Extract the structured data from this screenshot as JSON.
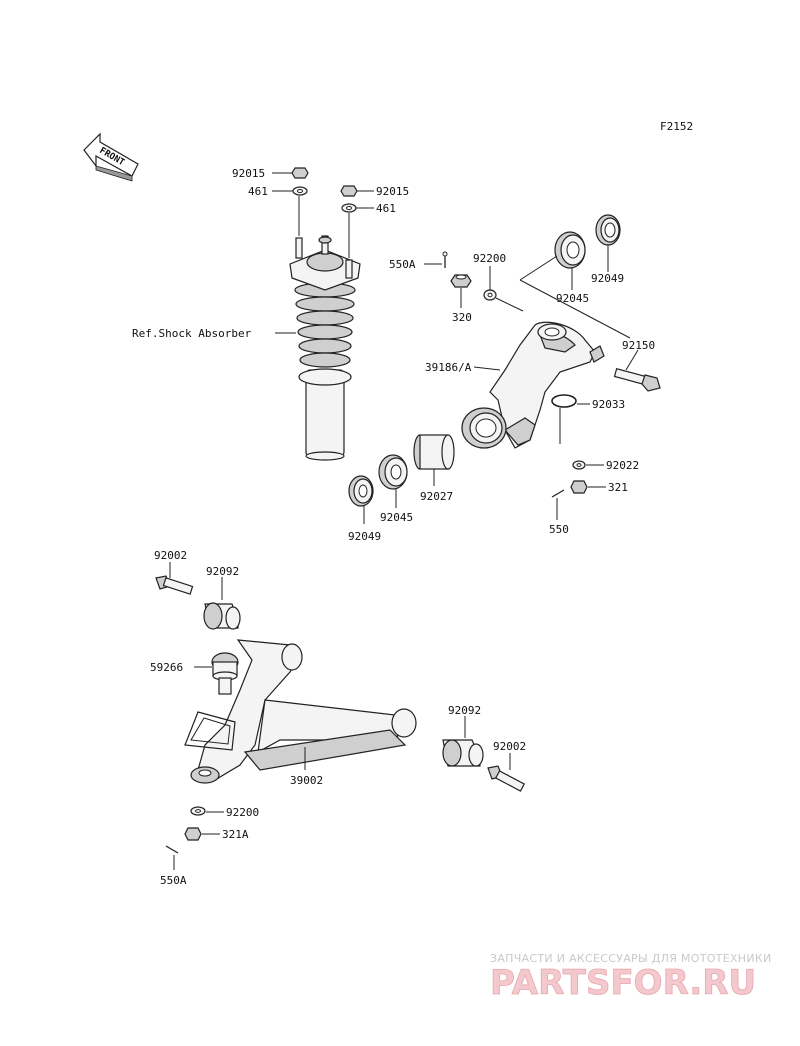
{
  "figure_code": "F2152",
  "front_arrow": {
    "label": "FRONT"
  },
  "ref_label": "Ref.Shock Absorber",
  "part_labels": {
    "p92015_a": "92015",
    "p461_a": "461",
    "p92015_b": "92015",
    "p461_b": "461",
    "p550A_top": "550A",
    "p92200_top": "92200",
    "p320": "320",
    "p92045_top": "92045",
    "p92049_top": "92049",
    "p92150": "92150",
    "p39186A": "39186/A",
    "p92033": "92033",
    "p92022": "92022",
    "p321": "321",
    "p550": "550",
    "p92027": "92027",
    "p92045_bot": "92045",
    "p92049_bot": "92049",
    "p92002_a": "92002",
    "p92092_a": "92092",
    "p59266": "59266",
    "p92092_b": "92092",
    "p92002_b": "92002",
    "p39002": "39002",
    "p92200_bot": "92200",
    "p321A": "321A",
    "p550A_bot": "550A"
  },
  "watermark": {
    "tagline": "ЗАПЧАСТИ И АКСЕССУАРЫ ДЛЯ МОТОТЕХНИКИ",
    "logo": "PARTSFOR.RU"
  }
}
